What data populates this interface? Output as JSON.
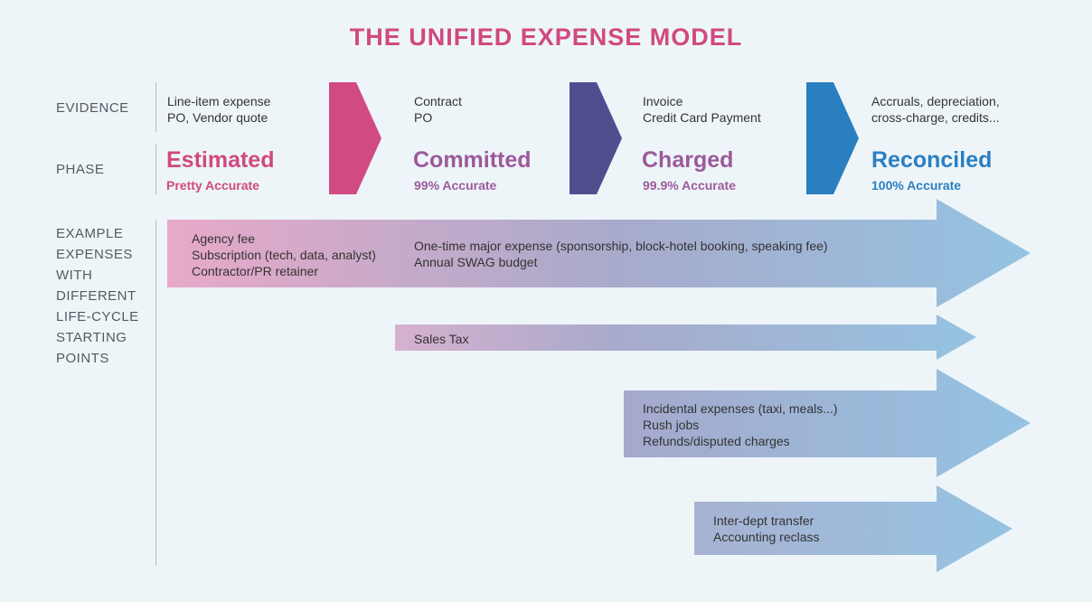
{
  "title": "THE UNIFIED EXPENSE MODEL",
  "row_labels": {
    "evidence": "EVIDENCE",
    "phase": "PHASE",
    "examples": "EXAMPLE\nEXPENSES\nWITH\nDIFFERENT\nLIFE-CYCLE\nSTARTING\nPOINTS"
  },
  "evidence": [
    "Line-item expense\nPO, Vendor quote",
    "Contract\nPO",
    "Invoice\nCredit Card Payment",
    "Accruals, depreciation,\ncross-charge, credits..."
  ],
  "phases": [
    {
      "name": "Estimated",
      "accuracy": "Pretty Accurate",
      "color": "#d1497e"
    },
    {
      "name": "Committed",
      "accuracy": "99% Accurate",
      "color": "#9b5a9b"
    },
    {
      "name": "Charged",
      "accuracy": "99.9% Accurate",
      "color": "#9b5a9b"
    },
    {
      "name": "Reconciled",
      "accuracy": "100% Accurate",
      "color": "#2b7fc1"
    }
  ],
  "chevron_colors": [
    "#d14b82",
    "#4f4f8f",
    "#2a7fc0"
  ],
  "examples": {
    "a_estimated": "Agency fee\nSubscription (tech, data, analyst)\nContractor/PR retainer",
    "a_committed": "One-time major expense (sponsorship, block-hotel booking, speaking fee)\nAnnual SWAG budget",
    "b": "Sales Tax",
    "c": "Incidental expenses (taxi, meals...)\nRush jobs\nRefunds/disputed charges",
    "d": "Inter-dept transfer\nAccounting reclass"
  },
  "gradient_colors": {
    "pink": "#e8a9c8",
    "purple": "#a8aacb",
    "blue": "#95c3e2"
  }
}
